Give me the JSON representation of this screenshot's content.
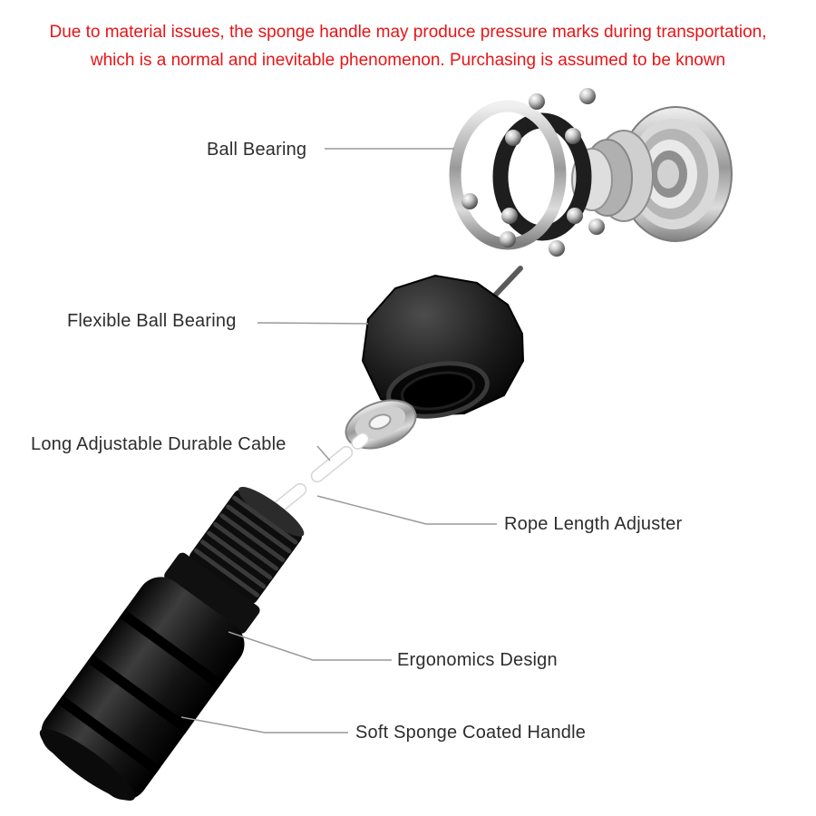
{
  "disclaimer": {
    "line1": "Due to material issues, the sponge handle may produce pressure marks during transportation,",
    "line2": "which is a normal and inevitable phenomenon. Purchasing is assumed to be known",
    "text_color": "#e81416"
  },
  "labels": {
    "ball_bearing": "Ball Bearing",
    "flexible_ball_bearing": "Flexible Ball Bearing",
    "long_adjustable_durable_cable": "Long Adjustable Durable Cable",
    "rope_length_adjuster": "Rope Length Adjuster",
    "ergonomics_design": "Ergonomics Design",
    "soft_sponge_coated_handle": "Soft Sponge Coated Handle"
  },
  "illustration": {
    "parts": [
      "ball-bearing-assembly",
      "steel-balls",
      "flexible-ball-bearing-cap",
      "cable-tip",
      "washer",
      "white-cable-segments",
      "threaded-connector",
      "sponge-handle"
    ]
  },
  "colors": {
    "warning_text": "#e81416",
    "label_text": "#2d2d2d",
    "leader_line": "#999999",
    "handle_black": "#151515",
    "metal_silver": "#c9c9c9",
    "background": "#ffffff"
  }
}
